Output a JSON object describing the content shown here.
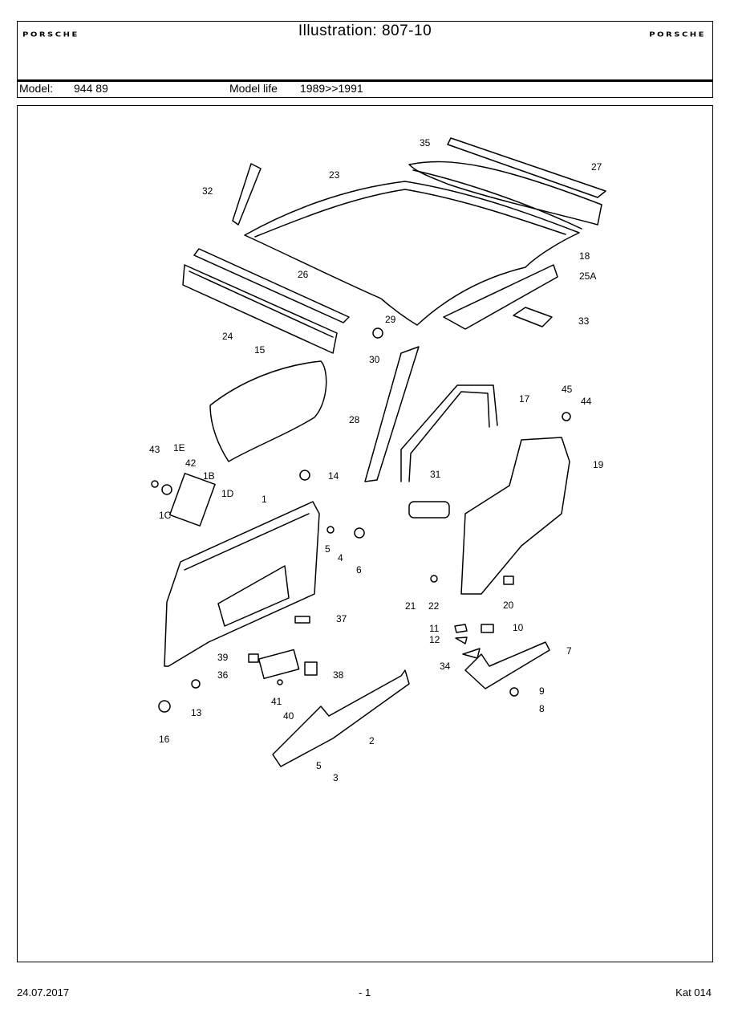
{
  "header": {
    "brand_left": "PORSCHE",
    "brand_right": "PORSCHE",
    "title": "Illustration: 807-10"
  },
  "model_info": {
    "model_label": "Model:",
    "model_value": "944 89",
    "life_label": "Model life",
    "life_value": "1989>>1991"
  },
  "callouts": [
    "35",
    "27",
    "23",
    "32",
    "18",
    "26",
    "25A",
    "33",
    "24",
    "29",
    "30",
    "15",
    "17",
    "45",
    "44",
    "28",
    "19",
    "43",
    "1E",
    "42",
    "1B",
    "14",
    "1D",
    "1C",
    "1",
    "31",
    "5",
    "4",
    "6",
    "21",
    "22",
    "20",
    "37",
    "11",
    "10",
    "12",
    "7",
    "34",
    "39",
    "38",
    "36",
    "9",
    "41",
    "8",
    "40",
    "13",
    "16",
    "2",
    "5",
    "3"
  ],
  "footer": {
    "date": "24.07.2017",
    "page": "- 1",
    "catalog": "Kat 014"
  }
}
